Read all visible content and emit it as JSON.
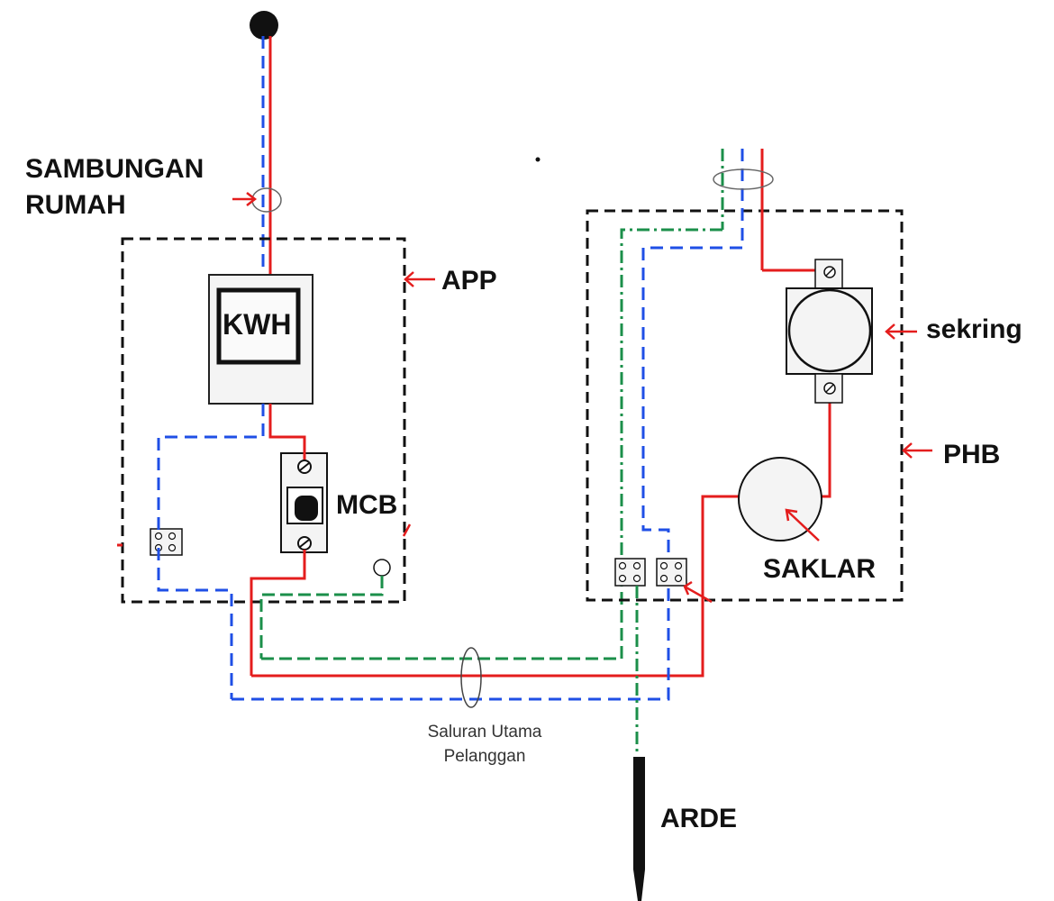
{
  "labels": {
    "sambungan_line1": "SAMBUNGAN",
    "sambungan_line2": "RUMAH",
    "app": "APP",
    "kwh": "KWH",
    "mcb": "MCB",
    "sekring": "sekring",
    "phb": "PHB",
    "saklar": "SAKLAR",
    "saluran_line1": "Saluran Utama",
    "saluran_line2": "Pelanggan",
    "arde": "ARDE"
  },
  "colors": {
    "phase": "#e41d1d",
    "neutral": "#1f4fe6",
    "ground": "#1b8f4a",
    "box": "#111111"
  }
}
